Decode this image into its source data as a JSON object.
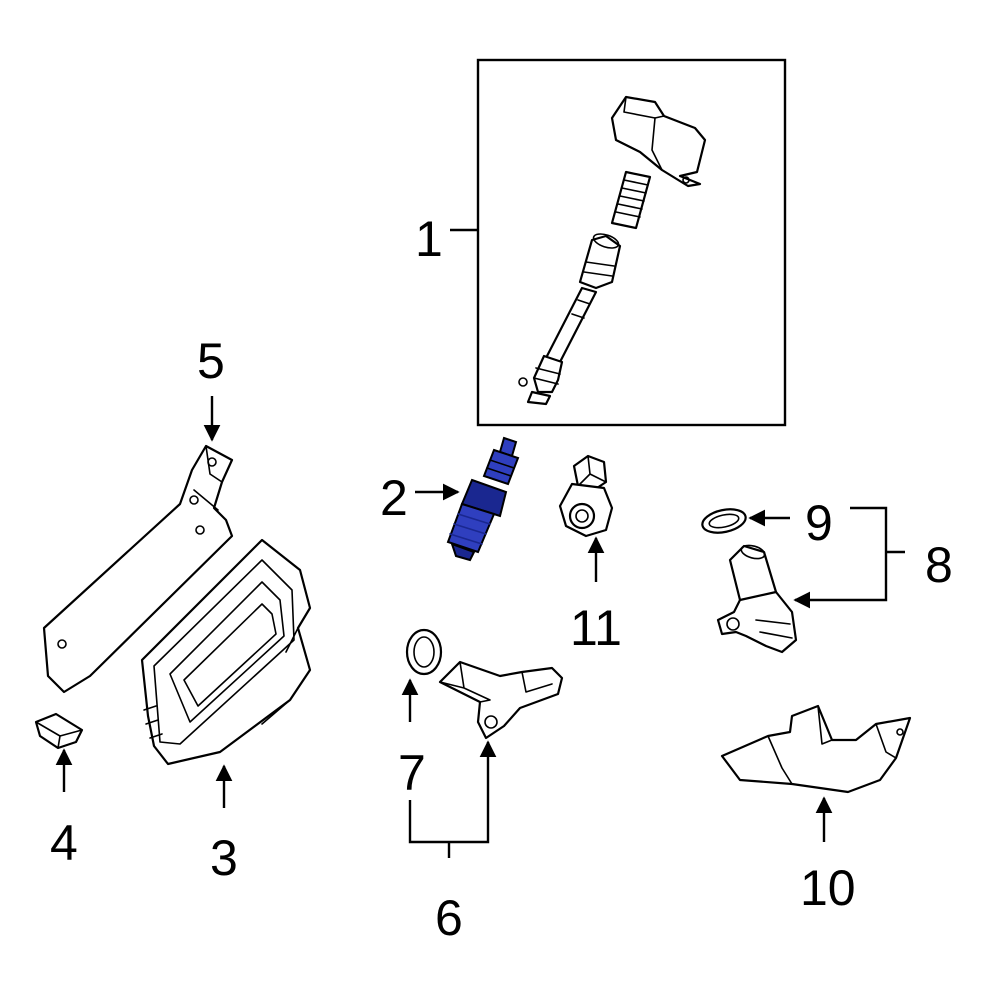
{
  "colors": {
    "line": "#000000",
    "background": "#ffffff",
    "highlight": "#2f3fbf",
    "highlight_dark": "#1a2790"
  },
  "callouts": {
    "c1": "1",
    "c2": "2",
    "c3": "3",
    "c4": "4",
    "c5": "5",
    "c6": "6",
    "c7": "7",
    "c8": "8",
    "c9": "9",
    "c10": "10",
    "c11": "11"
  }
}
